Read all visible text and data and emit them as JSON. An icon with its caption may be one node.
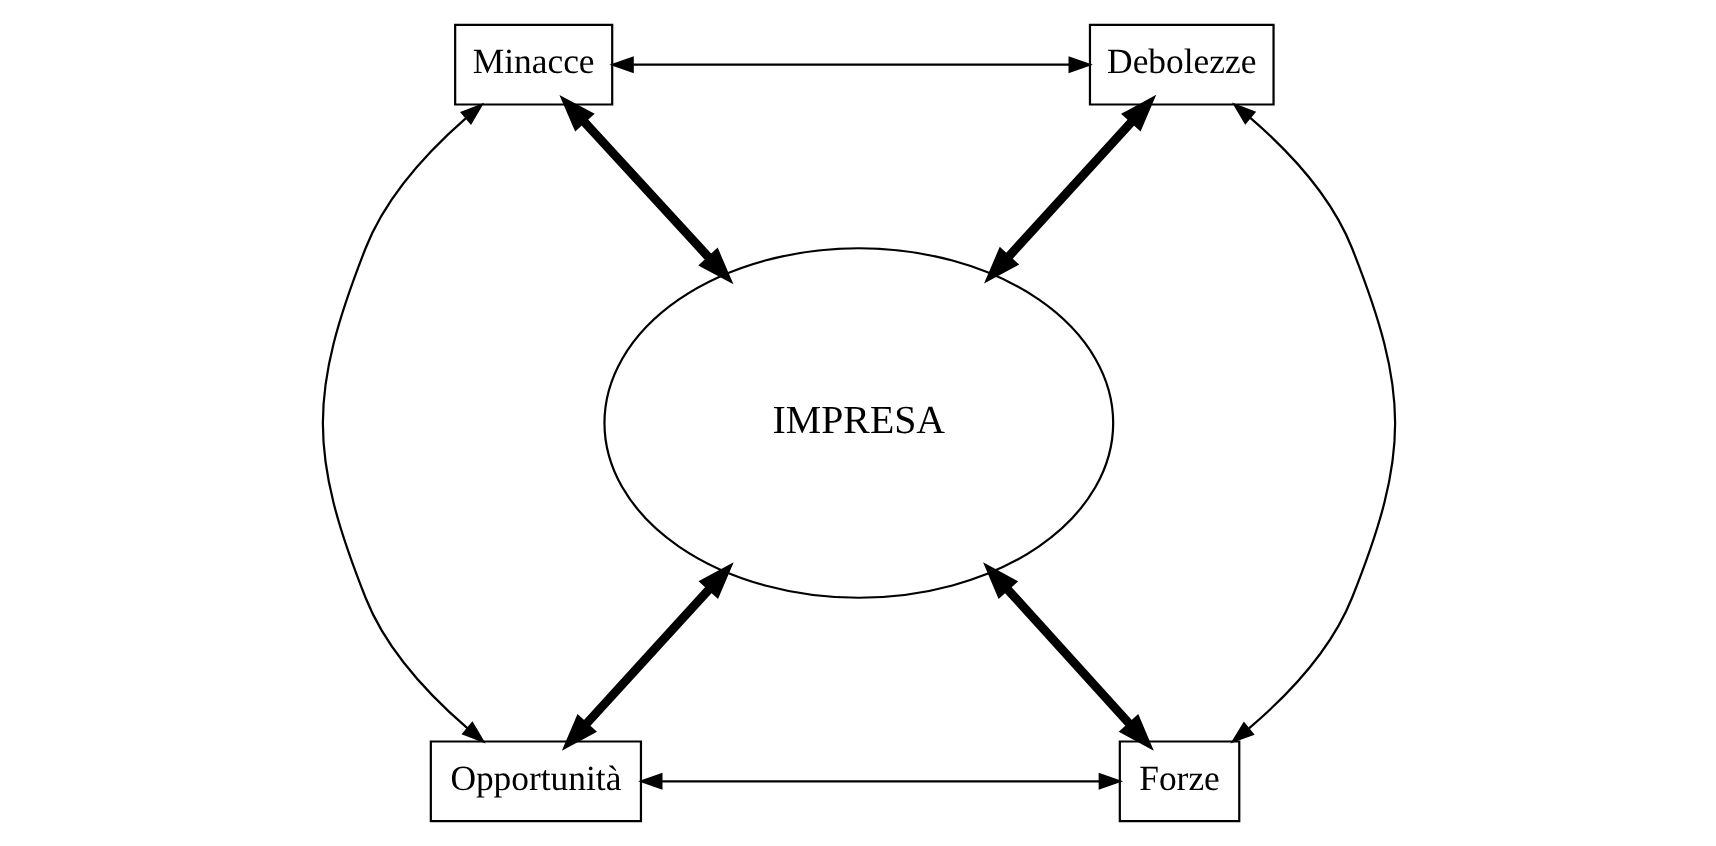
{
  "diagram": {
    "nodes": [
      {
        "text": [
          "Minacce"
        ]
      },
      {
        "text": [
          "Debolezze"
        ]
      },
      {
        "text": [
          "IMPRESA"
        ]
      },
      {
        "text": [
          "Opportunità"
        ]
      },
      {
        "text": [
          "Forze"
        ]
      }
    ],
    "edges": [
      {
        "from": 0,
        "to": 1,
        "arrow": "both"
      },
      {
        "from": 0,
        "to": 3,
        "arrow": "both"
      },
      {
        "from": 0,
        "to": 2,
        "arrow": "both",
        "style": "thick"
      },
      {
        "from": 1,
        "to": 2,
        "arrow": "both",
        "style": "thick"
      },
      {
        "from": 1,
        "to": 4,
        "arrow": "both"
      },
      {
        "from": 3,
        "to": 2,
        "arrow": "both",
        "style": "thick"
      },
      {
        "from": 4,
        "to": 2,
        "arrow": "both",
        "style": "thick"
      },
      {
        "from": 3,
        "to": 4,
        "arrow": "both"
      }
    ]
  }
}
